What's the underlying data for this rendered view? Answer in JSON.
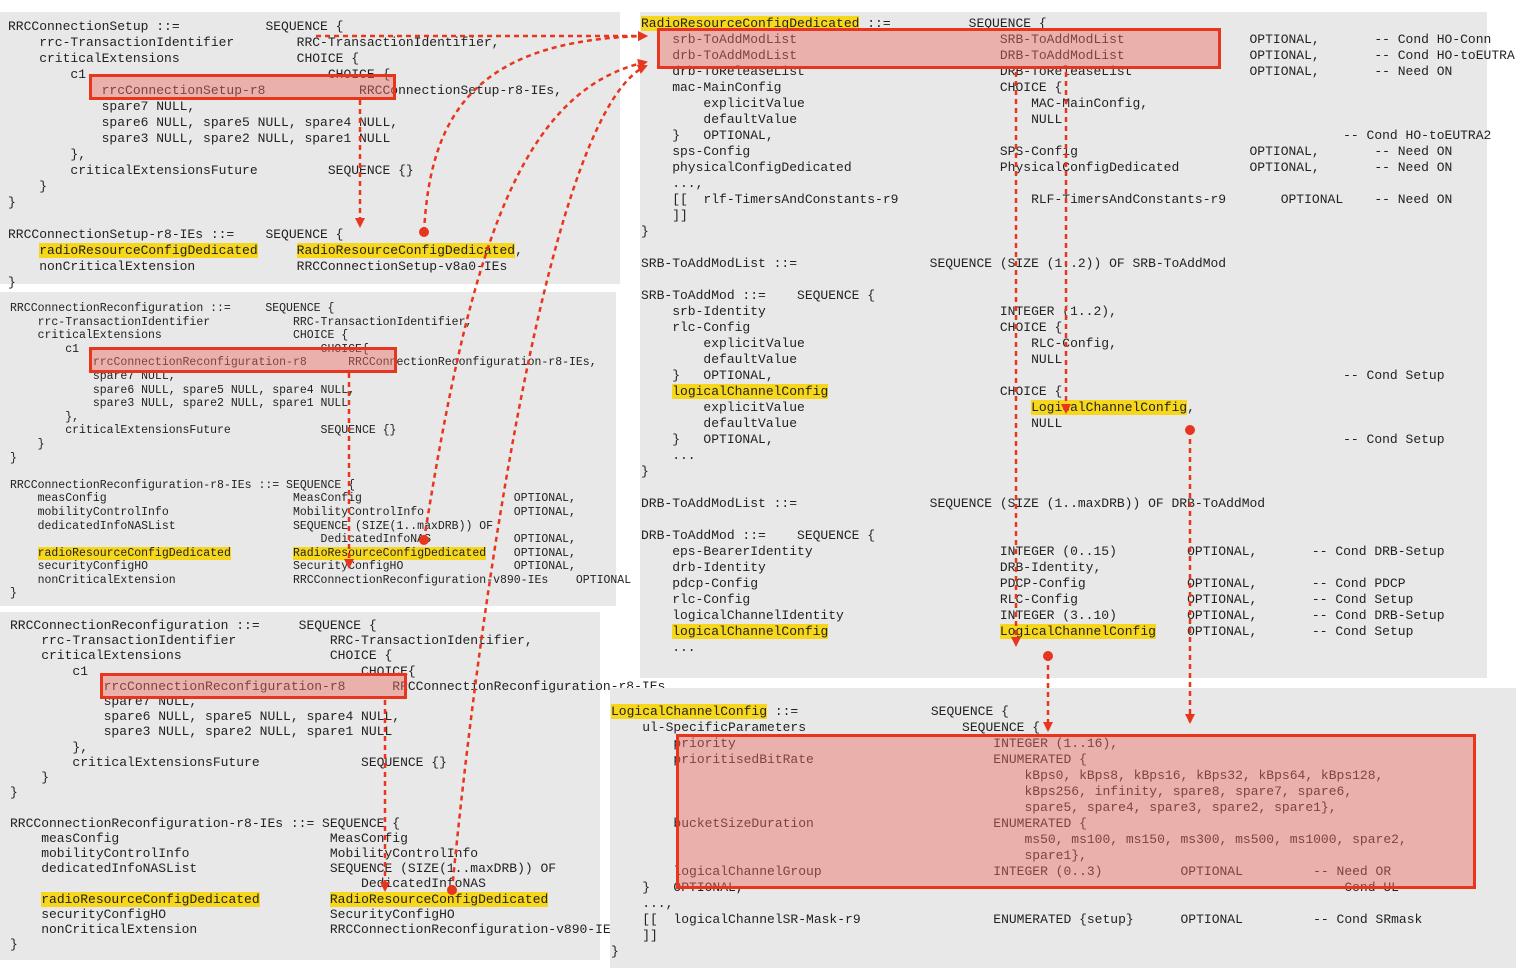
{
  "panel1": [
    "RRCConnectionSetup ::=           SEQUENCE {",
    "    rrc-TransactionIdentifier        RRC-TransactionIdentifier,",
    "    criticalExtensions               CHOICE {",
    "        c1                               CHOICE {",
    "            rrcConnectionSetup-r8            RRCConnectionSetup-r8-IEs,",
    "            spare7 NULL,",
    "            spare6 NULL, spare5 NULL, spare4 NULL,",
    "            spare3 NULL, spare2 NULL, spare1 NULL",
    "        },",
    "        criticalExtensionsFuture         SEQUENCE {}",
    "    }",
    "}",
    "",
    "RRCConnectionSetup-r8-IEs ::=    SEQUENCE {",
    "    radioResourceConfigDedicated     RadioResourceConfigDedicated,",
    "    nonCriticalExtension             RRCConnectionSetup-v8a0-IEs",
    "}"
  ],
  "panel2": [
    "RRCConnectionReconfiguration ::=     SEQUENCE {",
    "    rrc-TransactionIdentifier            RRC-TransactionIdentifier,",
    "    criticalExtensions                   CHOICE {",
    "        c1                                   CHOICE{",
    "            rrcConnectionReconfiguration-r8      RRCConnectionReconfiguration-r8-IEs,",
    "            spare7 NULL,",
    "            spare6 NULL, spare5 NULL, spare4 NULL,",
    "            spare3 NULL, spare2 NULL, spare1 NULL",
    "        },",
    "        criticalExtensionsFuture             SEQUENCE {}",
    "    }",
    "}",
    "",
    "RRCConnectionReconfiguration-r8-IEs ::= SEQUENCE {",
    "    measConfig                           MeasConfig                      OPTIONAL,",
    "    mobilityControlInfo                  MobilityControlInfo             OPTIONAL,",
    "    dedicatedInfoNASList                 SEQUENCE (SIZE(1..maxDRB)) OF",
    "                                             DedicatedInfoNAS            OPTIONAL,",
    "    radioResourceConfigDedicated         RadioResourceConfigDedicated    OPTIONAL,",
    "    securityConfigHO                     SecurityConfigHO                OPTIONAL,",
    "    nonCriticalExtension                 RRCConnectionReconfiguration-v890-IEs    OPTIONAL",
    "}"
  ],
  "panel3": [
    "RRCConnectionReconfiguration ::=     SEQUENCE {",
    "    rrc-TransactionIdentifier            RRC-TransactionIdentifier,",
    "    criticalExtensions                   CHOICE {",
    "        c1                                   CHOICE{",
    "            rrcConnectionReconfiguration-r8      RRCConnectionReconfiguration-r8-IEs,",
    "            spare7 NULL,",
    "            spare6 NULL, spare5 NULL, spare4 NULL,",
    "            spare3 NULL, spare2 NULL, spare1 NULL",
    "        },",
    "        criticalExtensionsFuture             SEQUENCE {}",
    "    }",
    "}",
    "",
    "RRCConnectionReconfiguration-r8-IEs ::= SEQUENCE {",
    "    measConfig                           MeasConfig",
    "    mobilityControlInfo                  MobilityControlInfo",
    "    dedicatedInfoNASList                 SEQUENCE (SIZE(1..maxDRB)) OF",
    "                                             DedicatedInfoNAS",
    "    radioResourceConfigDedicated         RadioResourceConfigDedicated",
    "    securityConfigHO                     SecurityConfigHO",
    "    nonCriticalExtension                 RRCConnectionReconfiguration-v890-IEs",
    "}"
  ],
  "panel4": [
    "RadioResourceConfigDedicated ::=          SEQUENCE {",
    "    srb-ToAddModList                          SRB-ToAddModList                OPTIONAL,       -- Cond HO-Conn",
    "    drb-ToAddModList                          DRB-ToAddModList                OPTIONAL,       -- Cond HO-toEUTRA",
    "    drb-ToReleaseList                         DRB-ToReleaseList               OPTIONAL,       -- Need ON",
    "    mac-MainConfig                            CHOICE {",
    "        explicitValue                             MAC-MainConfig,",
    "        defaultValue                              NULL",
    "    }   OPTIONAL,                                                                         -- Cond HO-toEUTRA2",
    "    sps-Config                                SPS-Config                      OPTIONAL,       -- Need ON",
    "    physicalConfigDedicated                   PhysicalConfigDedicated         OPTIONAL,       -- Need ON",
    "    ...,",
    "    [[  rlf-TimersAndConstants-r9                 RLF-TimersAndConstants-r9       OPTIONAL    -- Need ON",
    "    ]]",
    "}",
    "",
    "SRB-ToAddModList ::=                 SEQUENCE (SIZE (1..2)) OF SRB-ToAddMod",
    "",
    "SRB-ToAddMod ::=    SEQUENCE {",
    "    srb-Identity                              INTEGER (1..2),",
    "    rlc-Config                                CHOICE {",
    "        explicitValue                             RLC-Config,",
    "        defaultValue                              NULL",
    "    }   OPTIONAL,                                                                         -- Cond Setup",
    "    logicalChannelConfig                      CHOICE {",
    "        explicitValue                             LogicalChannelConfig,",
    "        defaultValue                              NULL",
    "    }   OPTIONAL,                                                                         -- Cond Setup",
    "    ...",
    "}",
    "",
    "DRB-ToAddModList ::=                 SEQUENCE (SIZE (1..maxDRB)) OF DRB-ToAddMod",
    "",
    "DRB-ToAddMod ::=    SEQUENCE {",
    "    eps-BearerIdentity                        INTEGER (0..15)         OPTIONAL,       -- Cond DRB-Setup",
    "    drb-Identity                              DRB-Identity,",
    "    pdcp-Config                               PDCP-Config             OPTIONAL,       -- Cond PDCP",
    "    rlc-Config                                RLC-Config              OPTIONAL,       -- Cond Setup",
    "    logicalChannelIdentity                    INTEGER (3..10)         OPTIONAL,       -- Cond DRB-Setup",
    "    logicalChannelConfig                      LogicalChannelConfig    OPTIONAL,       -- Cond Setup",
    "    ..."
  ],
  "panel5": [
    "LogicalChannelConfig ::=                 SEQUENCE {",
    "    ul-SpecificParameters                    SEQUENCE {",
    "        priority                                 INTEGER (1..16),",
    "        prioritisedBitRate                       ENUMERATED {",
    "                                                     kBps0, kBps8, kBps16, kBps32, kBps64, kBps128,",
    "                                                     kBps256, infinity, spare8, spare7, spare6,",
    "                                                     spare5, spare4, spare3, spare2, spare1},",
    "        bucketSizeDuration                       ENUMERATED {",
    "                                                     ms50, ms100, ms150, ms300, ms500, ms1000, spare2,",
    "                                                     spare1},",
    "        logicalChannelGroup                      INTEGER (0..3)          OPTIONAL         -- Need OR",
    "    }   OPTIONAL,                                                                          -- Cond UL",
    "    ...,",
    "    [[  logicalChannelSR-Mask-r9                 ENUMERATED {setup}      OPTIONAL         -- Cond SRmask",
    "    ]]",
    "}"
  ],
  "colors": {
    "arrow": "#e8351d",
    "highlight": "#f7d71b",
    "panel": "#e8e8e8"
  }
}
